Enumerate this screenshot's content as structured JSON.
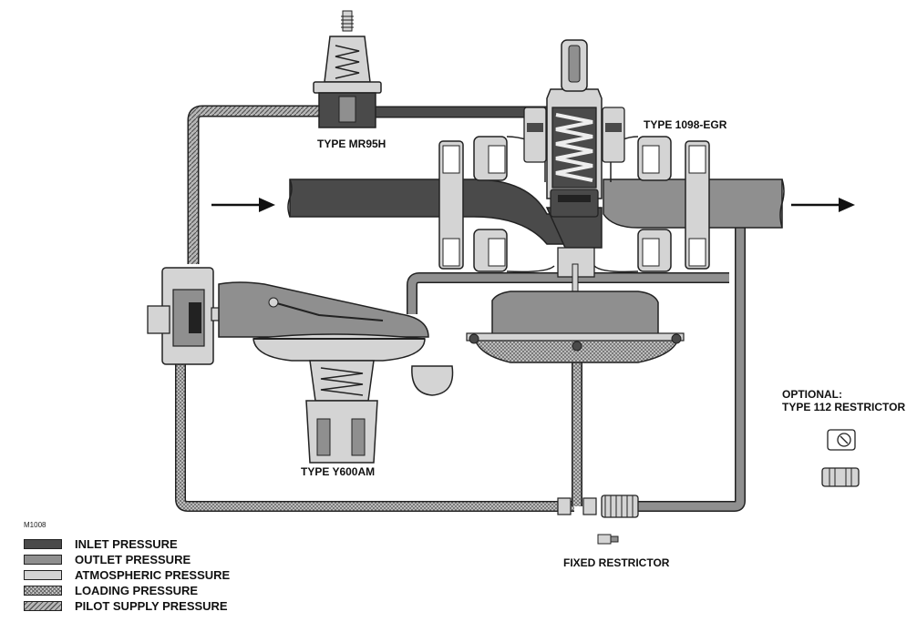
{
  "figure_code": "M1008",
  "labels": {
    "mr95h": "TYPE MR95H",
    "egr": "TYPE 1098-EGR",
    "y600am": "TYPE Y600AM",
    "optional_line1": "OPTIONAL:",
    "optional_line2": "TYPE 112 RESTRICTOR",
    "fixed_restrictor": "FIXED RESTRICTOR"
  },
  "legend": [
    {
      "label": "INLET PRESSURE",
      "pattern": "inlet"
    },
    {
      "label": "OUTLET PRESSURE",
      "pattern": "outlet"
    },
    {
      "label": "ATMOSPHERIC PRESSURE",
      "pattern": "atmospheric"
    },
    {
      "label": "LOADING PRESSURE",
      "pattern": "loading"
    },
    {
      "label": "PILOT SUPPLY PRESSURE",
      "pattern": "pilot"
    }
  ],
  "colors": {
    "inlet": "#4a4a4a",
    "outlet": "#8f8f8f",
    "atmospheric": "#d4d4d4",
    "outline": "#222222"
  }
}
